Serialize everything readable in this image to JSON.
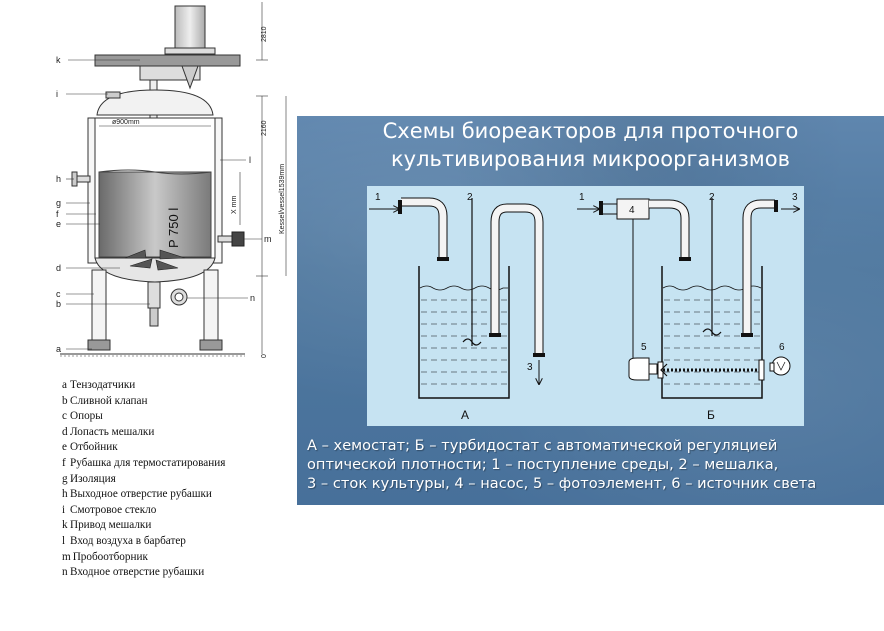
{
  "reactor_drawing": {
    "dimensions": {
      "top_height": "2810",
      "upper_height": "2160",
      "diameter": "ø900mm",
      "fill_height": "X mm",
      "vessel_height": "Kessel/vessel1539mm",
      "ground": "0"
    },
    "vessel_label": "P 750 l",
    "part_letters": [
      "k",
      "i",
      "h",
      "g",
      "f",
      "e",
      "d",
      "c",
      "b",
      "a",
      "l",
      "m",
      "n"
    ]
  },
  "legend": [
    {
      "key": "a",
      "text": "Тензодатчики"
    },
    {
      "key": "b",
      "text": "Сливной клапан"
    },
    {
      "key": "c",
      "text": "Опоры"
    },
    {
      "key": "d",
      "text": "Лопасть мешалки"
    },
    {
      "key": "e",
      "text": "Отбойник"
    },
    {
      "key": "f",
      "text": "Рубашка для термостатирования"
    },
    {
      "key": "g",
      "text": "Изоляция"
    },
    {
      "key": "h",
      "text": "Выходное отверстие рубашки"
    },
    {
      "key": "i",
      "text": "Смотровое стекло"
    },
    {
      "key": "k",
      "text": "Привод мешалки"
    },
    {
      "key": "l",
      "text": "Вход воздуха в барбатер"
    },
    {
      "key": "m",
      "text": "Пробоотборник"
    },
    {
      "key": "n",
      "text": "Входное отверстие рубашки"
    }
  ],
  "slide": {
    "title_line1": "Схемы биореакторов для проточного",
    "title_line2": "культивирования микроорганизмов",
    "scheme_a_label": "А",
    "scheme_b_label": "Б",
    "numbers": [
      "1",
      "2",
      "3",
      "1",
      "4",
      "2",
      "3",
      "5",
      "6"
    ],
    "caption_line1": "А – хемостат; Б – турбидостат с автоматической регуляцией",
    "caption_line2": "оптической плотности; 1 – поступление среды, 2 – мешалка,",
    "caption_line3": "3 – сток культуры, 4 – насос, 5 – фотоэлемент, 6 – источник света",
    "colors": {
      "slide_bg": "#4f789f",
      "scheme_bg": "#c6e3f2",
      "text": "#ffffff"
    }
  }
}
